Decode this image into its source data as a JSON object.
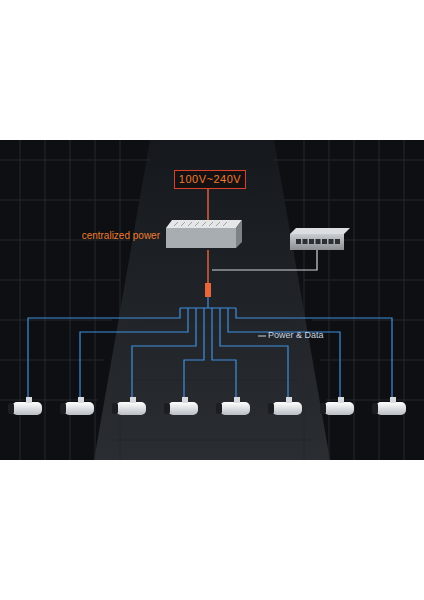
{
  "diagram": {
    "nodes": [
      {
        "text": [
          "100V~240V"
        ]
      },
      {
        "text": [
          "centralized power"
        ]
      }
    ],
    "edges": [
      {
        "from": 0,
        "to": 1,
        "arrow": "none"
      }
    ],
    "labels": [
      "Power & Data"
    ]
  }
}
